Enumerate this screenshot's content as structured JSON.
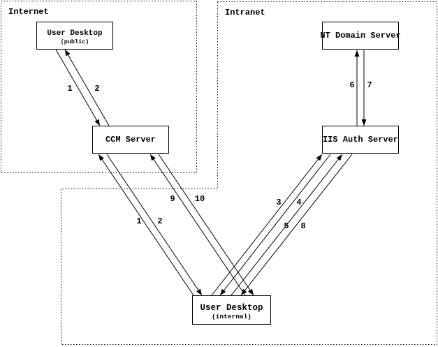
{
  "diagram": {
    "background": "#ffffff",
    "line_color": "#000000",
    "zones": {
      "internet": {
        "label": "Internet"
      },
      "intranet": {
        "label": "Intranet"
      }
    },
    "nodes": {
      "user_desktop_public": {
        "title": "User Desktop",
        "subtitle": "(public)",
        "zone": "Internet"
      },
      "ccm_server": {
        "title": "CCM Server",
        "zone": "Internet"
      },
      "nt_domain_server": {
        "title": "NT Domain Server",
        "zone": "Intranet"
      },
      "iis_auth_server": {
        "title": "IIS Auth Server",
        "zone": "Intranet"
      },
      "user_desktop_internal": {
        "title": "User Desktop",
        "subtitle": "(internal)",
        "zone": "Intranet"
      }
    },
    "edges": [
      {
        "label": "1",
        "from": "user_desktop_public",
        "to": "ccm_server"
      },
      {
        "label": "2",
        "from": "ccm_server",
        "to": "user_desktop_public"
      },
      {
        "label": "6",
        "from": "iis_auth_server",
        "to": "nt_domain_server"
      },
      {
        "label": "7",
        "from": "nt_domain_server",
        "to": "iis_auth_server"
      },
      {
        "label": "1",
        "from": "user_desktop_internal",
        "to": "ccm_server"
      },
      {
        "label": "2",
        "from": "ccm_server",
        "to": "user_desktop_internal"
      },
      {
        "label": "9",
        "from": "user_desktop_internal",
        "to": "ccm_server"
      },
      {
        "label": "10",
        "from": "ccm_server",
        "to": "user_desktop_internal"
      },
      {
        "label": "3",
        "from": "user_desktop_internal",
        "to": "iis_auth_server"
      },
      {
        "label": "4",
        "from": "iis_auth_server",
        "to": "user_desktop_internal"
      },
      {
        "label": "5",
        "from": "user_desktop_internal",
        "to": "iis_auth_server"
      },
      {
        "label": "8",
        "from": "iis_auth_server",
        "to": "user_desktop_internal"
      }
    ]
  }
}
